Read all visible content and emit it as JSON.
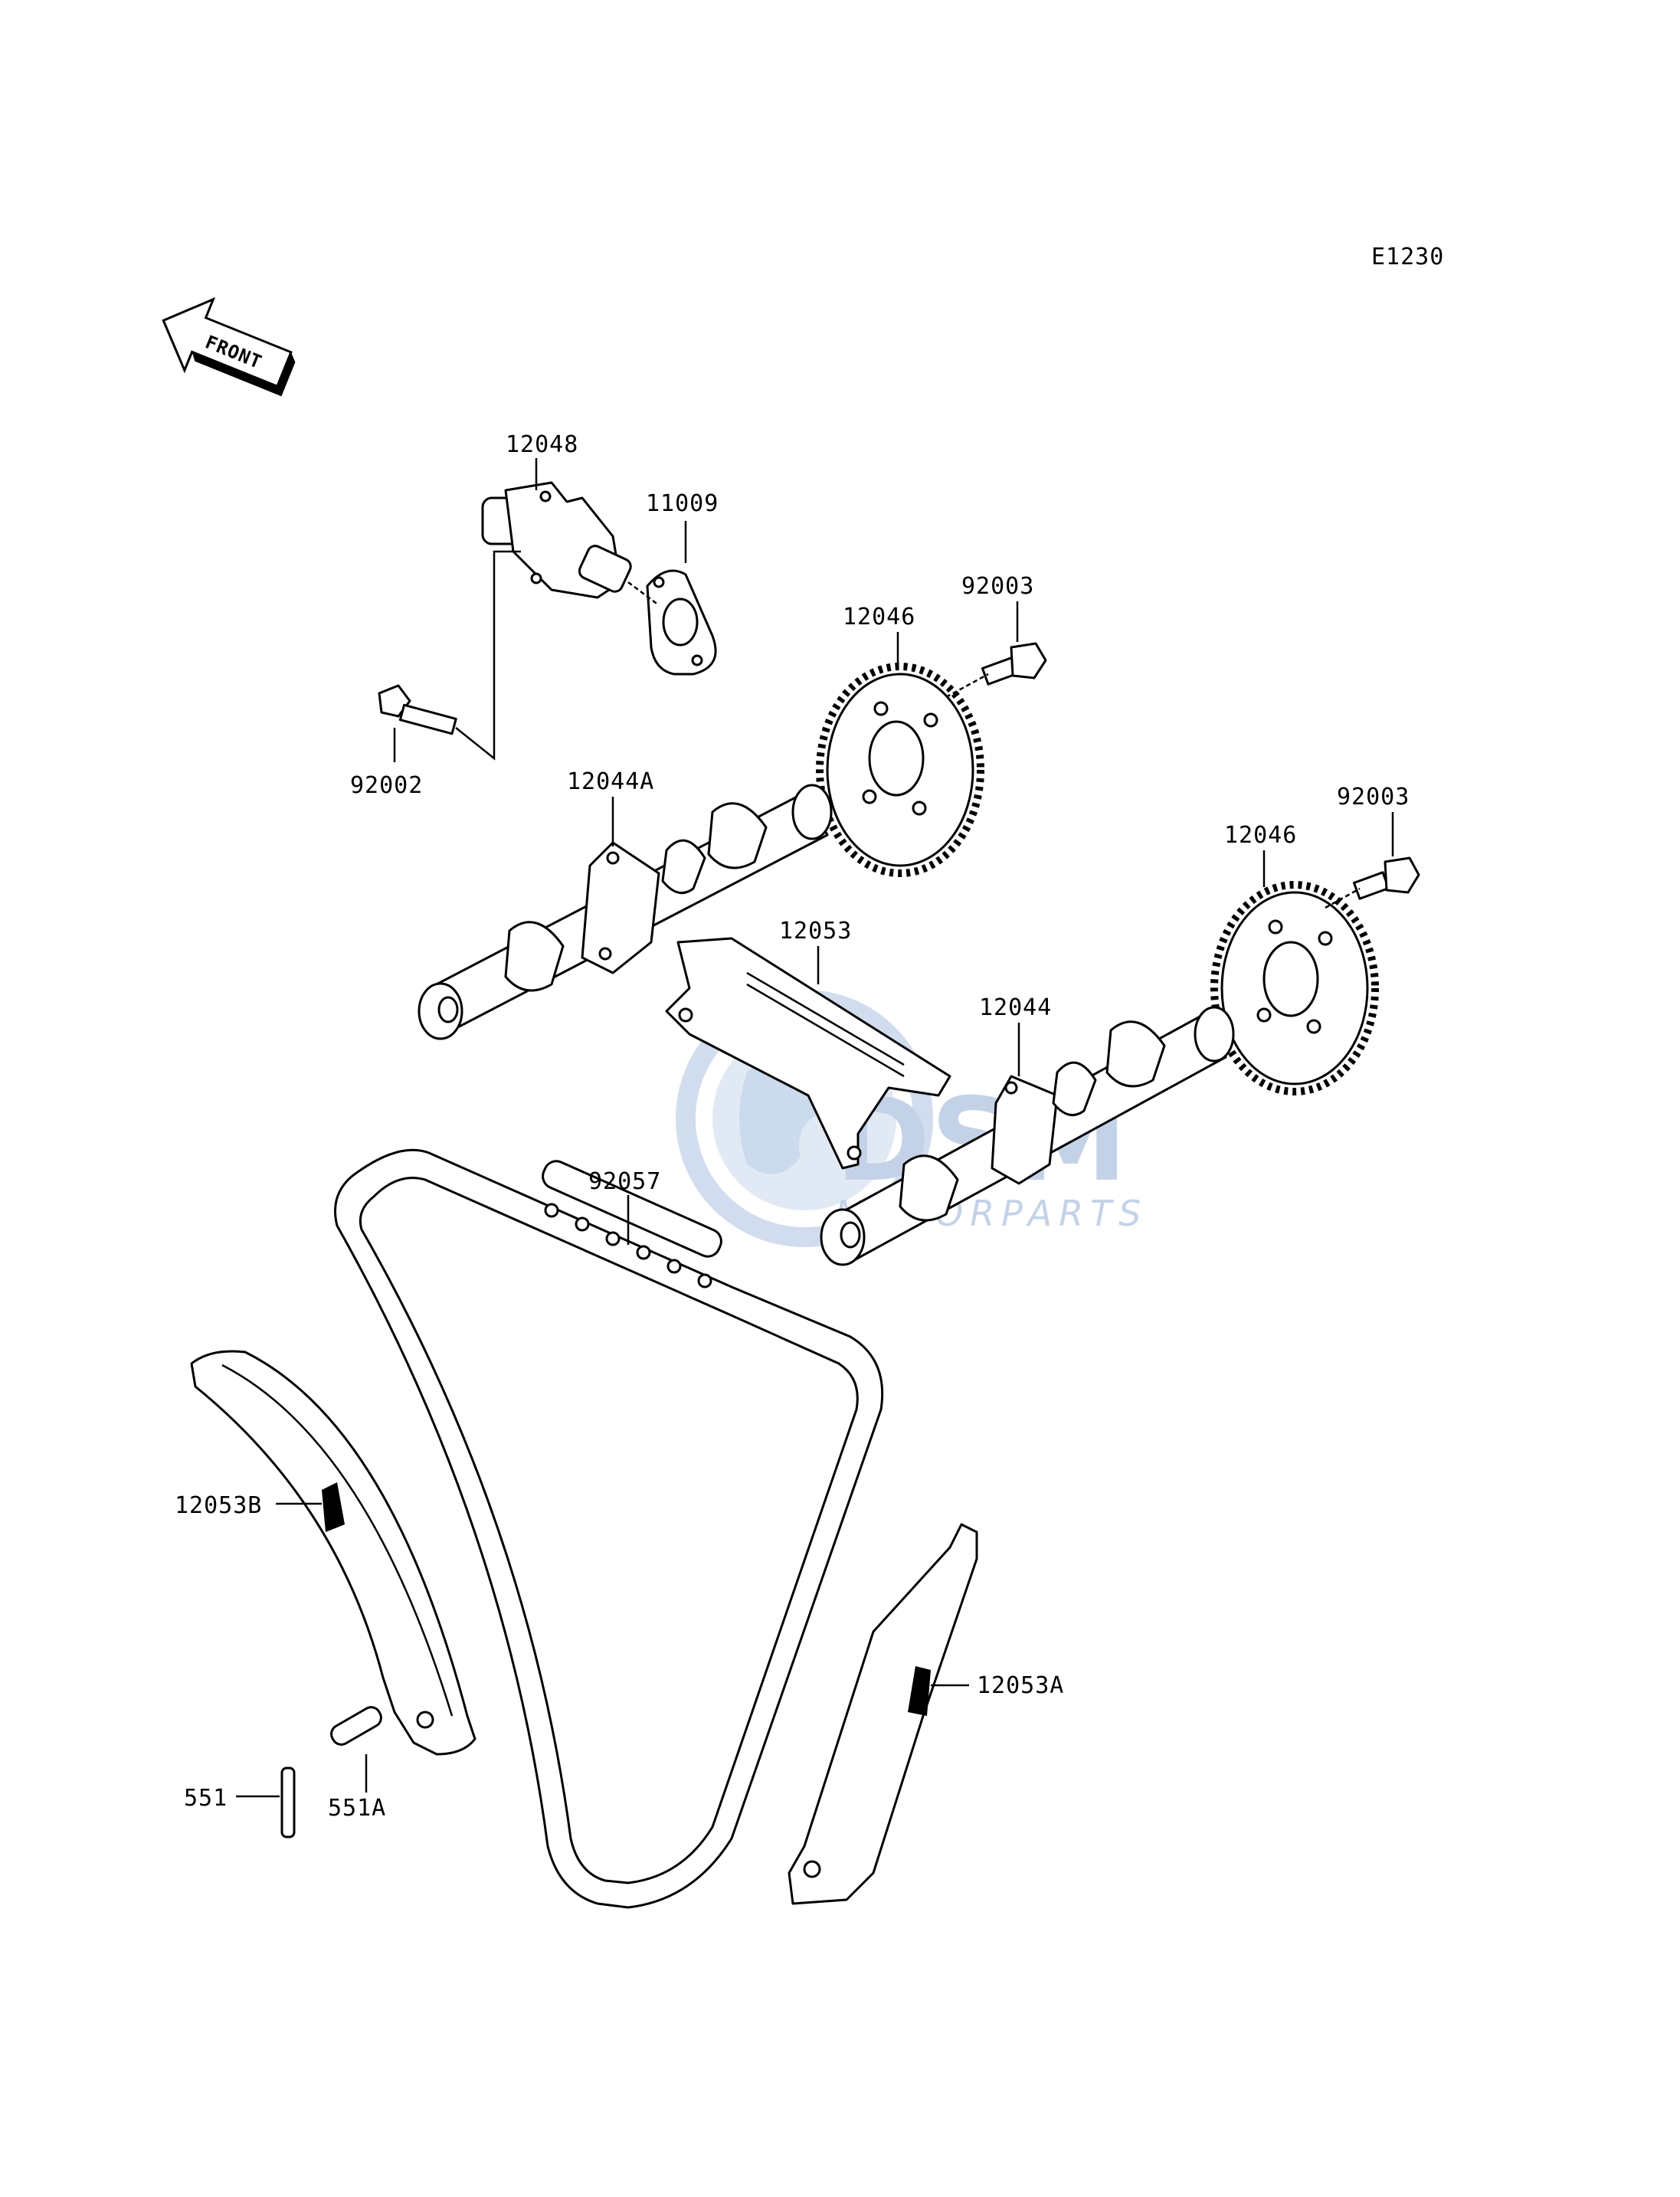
{
  "diagram_code": "E1230",
  "front_arrow": {
    "label": "FRONT",
    "icon": "front-arrow-icon"
  },
  "watermark": {
    "brand": "DSM",
    "tagline": "MOTORPARTS"
  },
  "callouts": {
    "p12048": "12048",
    "p11009": "11009",
    "p92002": "92002",
    "p92003_a": "92003",
    "p12046_a": "12046",
    "p12044A": "12044A",
    "p12053": "12053",
    "p92003_b": "92003",
    "p12046_b": "12046",
    "p12044": "12044",
    "p92057": "92057",
    "p12053B": "12053B",
    "p12053A": "12053A",
    "p551": "551",
    "p551A": "551A"
  }
}
